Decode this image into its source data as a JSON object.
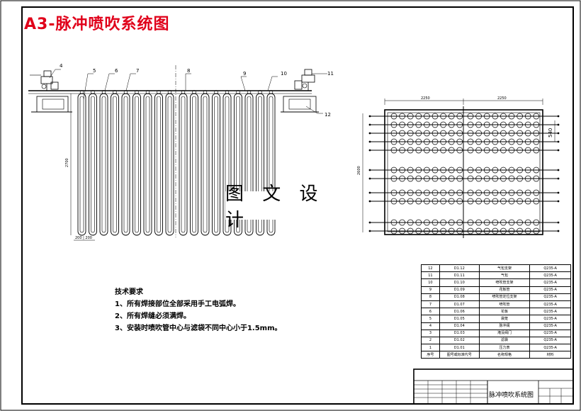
{
  "drawing": {
    "title": "A3-脉冲喷吹系统图",
    "watermark": "图 文 设 计",
    "title_block_name": "脉冲喷吹系统图",
    "title_color": "#e0001a"
  },
  "callouts": [
    "4",
    "5",
    "6",
    "7",
    "8",
    "9",
    "10",
    "11",
    "12"
  ],
  "dimensions": {
    "plan_width_left": "2250",
    "plan_width_right": "2250",
    "plan_height": "2600",
    "row_pitch": "540",
    "elev_height": "2700",
    "elev_base": "200 | 200"
  },
  "tech_requirements": {
    "heading": "技术要求",
    "lines": [
      "1、所有焊接部位全部采用手工电弧焊。",
      "2、所有焊缝必须满焊。",
      "3、安装时喷吹管中心与滤袋不同中心小于1.5mm。"
    ]
  },
  "parts_table": {
    "rows": [
      [
        "12",
        "D1.12",
        "气包支架",
        "Q235-A"
      ],
      [
        "11",
        "D1.11",
        "气包",
        "Q235-A"
      ],
      [
        "10",
        "D1.10",
        "喷吹管支架",
        "Q235-A"
      ],
      [
        "9",
        "D1.09",
        "花板管",
        "Q235-A"
      ],
      [
        "8",
        "D1.08",
        "喷吹管定位支架",
        "Q235-A"
      ],
      [
        "7",
        "D1.07",
        "喷吹管",
        "Q235-A"
      ],
      [
        "6",
        "D1.06",
        "花板",
        "Q235-A"
      ],
      [
        "5",
        "D1.05",
        "袋笼",
        "Q235-A"
      ],
      [
        "4",
        "D1.04",
        "脉冲阀",
        "Q235-A"
      ],
      [
        "3",
        "D1.03",
        "淹没阀门",
        "Q235-A"
      ],
      [
        "2",
        "D1.02",
        "滤袋",
        "Q235-A"
      ],
      [
        "1",
        "D1.01",
        "压力表",
        "Q235-A"
      ]
    ],
    "header": [
      "序号",
      "图号或标准代号",
      "名称规格",
      "材料"
    ]
  }
}
